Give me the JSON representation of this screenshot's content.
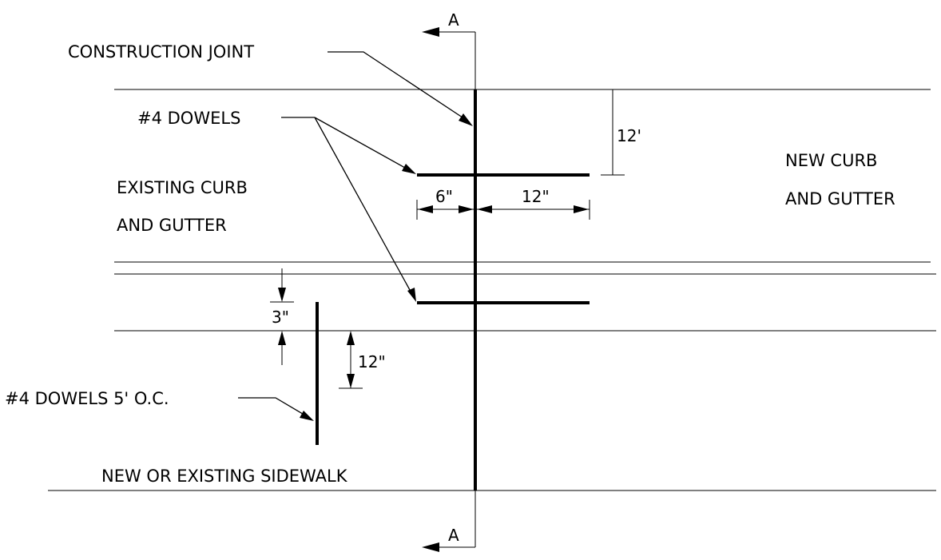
{
  "drawing": {
    "section_marker_top": "A",
    "section_marker_bottom": "A",
    "labels": {
      "construction_joint": "CONSTRUCTION JOINT",
      "dowels_top": "#4 DOWELS",
      "existing_line1": "EXISTING CURB",
      "existing_line2": "AND GUTTER",
      "new_line1": "NEW CURB",
      "new_line2": "AND GUTTER",
      "dowels_sidewalk": "#4 DOWELS 5' O.C.",
      "sidewalk": "NEW OR EXISTING SIDEWALK"
    },
    "dimensions": {
      "dowel_offset_vertical": "12'",
      "dowel_left_length": "6\"",
      "dowel_right_length": "12\"",
      "sidewalk_dowel_offset": "3\"",
      "sidewalk_dowel_length": "12\""
    },
    "colors": {
      "line": "#000000",
      "background": "#ffffff"
    }
  }
}
